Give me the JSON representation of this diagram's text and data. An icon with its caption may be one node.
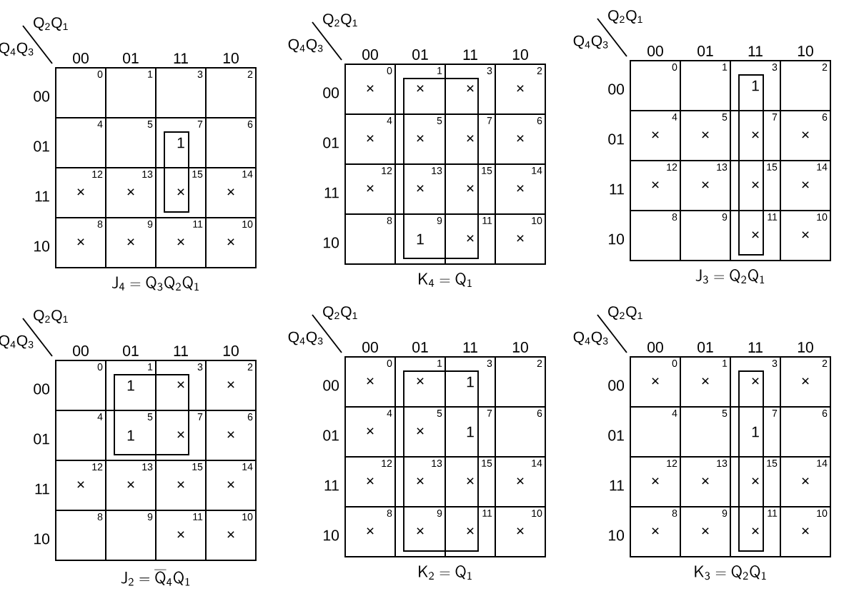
{
  "diagram": {
    "nodes": [
      {
        "text": [
          "0"
        ]
      },
      {
        "text": [
          "1"
        ]
      },
      {
        "text": [
          "3"
        ]
      },
      {
        "text": [
          "2"
        ]
      },
      {
        "text": [
          "4"
        ]
      },
      {
        "text": [
          "5"
        ]
      },
      {
        "text": [
          "7",
          "1"
        ]
      },
      {
        "text": [
          "6"
        ]
      },
      {
        "text": [
          "12",
          "×"
        ]
      },
      {
        "text": [
          "13",
          "×"
        ]
      },
      {
        "text": [
          "15",
          "×"
        ]
      },
      {
        "text": [
          "14",
          "×"
        ]
      },
      {
        "text": [
          "8",
          "×"
        ]
      },
      {
        "text": [
          "9",
          "×"
        ]
      },
      {
        "text": [
          "11",
          "×"
        ]
      },
      {
        "text": [
          "10",
          "×"
        ]
      },
      {
        "text": [
          "0",
          "×"
        ]
      },
      {
        "text": [
          "1",
          "×"
        ]
      },
      {
        "text": [
          "3",
          "×"
        ]
      },
      {
        "text": [
          "2",
          "×"
        ]
      },
      {
        "text": [
          "4",
          "×"
        ]
      },
      {
        "text": [
          "5",
          "×"
        ]
      },
      {
        "text": [
          "7",
          "×"
        ]
      },
      {
        "text": [
          "6",
          "×"
        ]
      },
      {
        "text": [
          "12",
          "×"
        ]
      },
      {
        "text": [
          "13",
          "×"
        ]
      },
      {
        "text": [
          "15",
          "×"
        ]
      },
      {
        "text": [
          "14",
          "×"
        ]
      },
      {
        "text": [
          "8"
        ]
      },
      {
        "text": [
          "9",
          "1"
        ]
      },
      {
        "text": [
          "11",
          "×"
        ]
      },
      {
        "text": [
          "10",
          "×"
        ]
      },
      {
        "text": [
          "0"
        ]
      },
      {
        "text": [
          "1"
        ]
      },
      {
        "text": [
          "3",
          "1"
        ]
      },
      {
        "text": [
          "2"
        ]
      },
      {
        "text": [
          "4",
          "×"
        ]
      },
      {
        "text": [
          "5",
          "×"
        ]
      },
      {
        "text": [
          "7",
          "×"
        ]
      },
      {
        "text": [
          "6",
          "×"
        ]
      },
      {
        "text": [
          "12",
          "×"
        ]
      },
      {
        "text": [
          "13",
          "×"
        ]
      },
      {
        "text": [
          "15",
          "×"
        ]
      },
      {
        "text": [
          "14",
          "×"
        ]
      },
      {
        "text": [
          "8"
        ]
      },
      {
        "text": [
          "9"
        ]
      },
      {
        "text": [
          "11",
          "×"
        ]
      },
      {
        "text": [
          "10",
          "×"
        ]
      },
      {
        "text": [
          "0"
        ]
      },
      {
        "text": [
          "1",
          "1"
        ]
      },
      {
        "text": [
          "3",
          "×"
        ]
      },
      {
        "text": [
          "2",
          "×"
        ]
      },
      {
        "text": [
          "4"
        ]
      },
      {
        "text": [
          "5",
          "1"
        ]
      },
      {
        "text": [
          "7",
          "×"
        ]
      },
      {
        "text": [
          "6",
          "×"
        ]
      },
      {
        "text": [
          "12",
          "×"
        ]
      },
      {
        "text": [
          "13",
          "×"
        ]
      },
      {
        "text": [
          "15",
          "×"
        ]
      },
      {
        "text": [
          "14",
          "×"
        ]
      },
      {
        "text": [
          "8"
        ]
      },
      {
        "text": [
          "9"
        ]
      },
      {
        "text": [
          "11",
          "×"
        ]
      },
      {
        "text": [
          "10",
          "×"
        ]
      },
      {
        "text": [
          "0",
          "×"
        ]
      },
      {
        "text": [
          "1",
          "×"
        ]
      },
      {
        "text": [
          "3",
          "1"
        ]
      },
      {
        "text": [
          "2"
        ]
      },
      {
        "text": [
          "4",
          "×"
        ]
      },
      {
        "text": [
          "5",
          "×"
        ]
      },
      {
        "text": [
          "7",
          "1"
        ]
      },
      {
        "text": [
          "6"
        ]
      },
      {
        "text": [
          "12",
          "×"
        ]
      },
      {
        "text": [
          "13",
          "×"
        ]
      },
      {
        "text": [
          "15",
          "×"
        ]
      },
      {
        "text": [
          "14",
          "×"
        ]
      },
      {
        "text": [
          "8",
          "×"
        ]
      },
      {
        "text": [
          "9",
          "×"
        ]
      },
      {
        "text": [
          "11",
          "×"
        ]
      },
      {
        "text": [
          "10",
          "×"
        ]
      },
      {
        "text": [
          "0",
          "×"
        ]
      },
      {
        "text": [
          "1",
          "×"
        ]
      },
      {
        "text": [
          "3",
          "×"
        ]
      },
      {
        "text": [
          "2",
          "×"
        ]
      },
      {
        "text": [
          "4"
        ]
      },
      {
        "text": [
          "5"
        ]
      },
      {
        "text": [
          "7",
          "1"
        ]
      },
      {
        "text": [
          "6"
        ]
      },
      {
        "text": [
          "12",
          "×"
        ]
      },
      {
        "text": [
          "13",
          "×"
        ]
      },
      {
        "text": [
          "15",
          "×"
        ]
      },
      {
        "text": [
          "14",
          "×"
        ]
      },
      {
        "text": [
          "8",
          "×"
        ]
      },
      {
        "text": [
          "9",
          "×"
        ]
      },
      {
        "text": [
          "11",
          "×"
        ]
      },
      {
        "text": [
          "10",
          "×"
        ]
      }
    ],
    "labels": [
      "Q$_{2}$Q$_{1}$",
      "Q$_{4}$Q$_{3}$",
      "00",
      "01",
      "11",
      "10",
      "00",
      "01",
      "11",
      "10",
      "\\mathsf{J_4 = Q_3Q_2Q_1}",
      "Q$_{2}$Q$_{1}$",
      "Q$_{4}$Q$_{3}$",
      "00",
      "01",
      "11",
      "10",
      "00",
      "01",
      "11",
      "10",
      "\\mathsf{K_4 = Q_1}",
      "Q$_{2}$Q$_{1}$",
      "Q$_{4}$Q$_{3}$",
      "00",
      "01",
      "11",
      "10",
      "00",
      "01",
      "11",
      "10",
      "\\mathsf{J_3 = Q_2Q_1}",
      "Q$_{2}$Q$_{1}$",
      "Q$_{4}$Q$_{3}$",
      "00",
      "01",
      "11",
      "10",
      "00",
      "01",
      "11",
      "10",
      "\\mathsf{J_2 = \\overline{Q}_4Q_1}",
      "Q$_{2}$Q$_{1}$",
      "Q$_{4}$Q$_{3}$",
      "00",
      "01",
      "11",
      "10",
      "00",
      "01",
      "11",
      "10",
      "\\mathsf{K_2 = Q_1}",
      "Q$_{2}$Q$_{1}$",
      "Q$_{4}$Q$_{3}$",
      "00",
      "01",
      "11",
      "10",
      "00",
      "01",
      "11",
      "10",
      "\\mathsf{K_3 = Q_2Q_1}"
    ]
  }
}
